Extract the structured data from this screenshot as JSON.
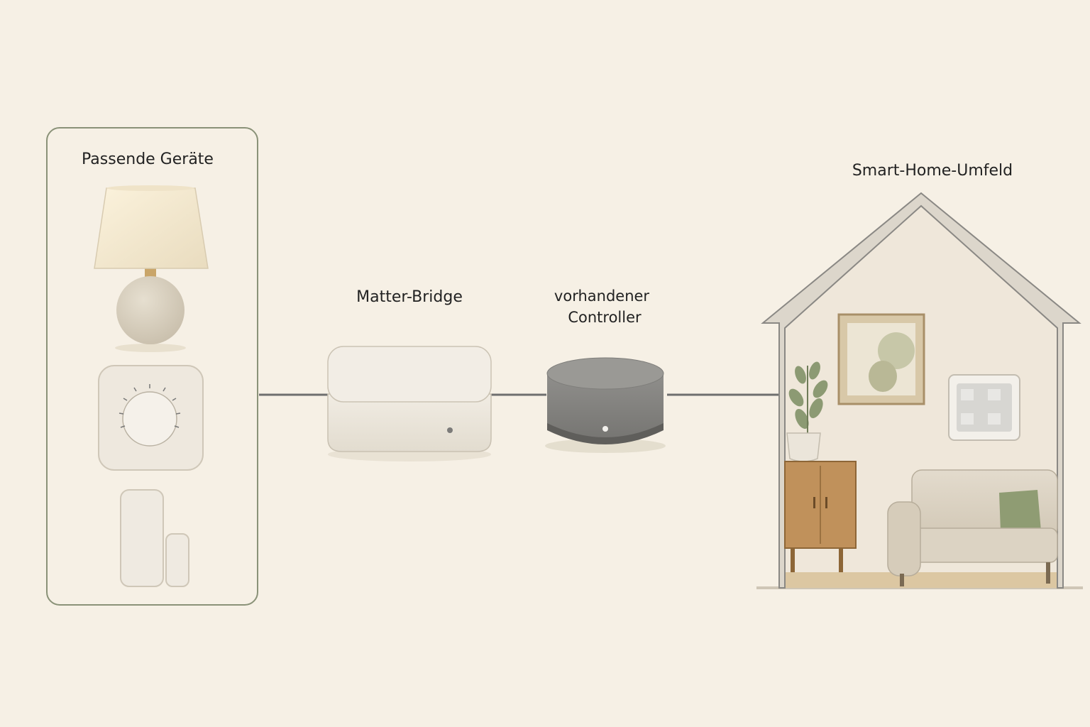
{
  "devices_panel": {
    "title": "Passende Geräte",
    "items": [
      "lamp-icon",
      "dimmer-icon",
      "door-sensor-icon"
    ]
  },
  "bridge": {
    "label": "Matter-Bridge"
  },
  "controller": {
    "label_line1": "vorhandener",
    "label_line2": "Controller"
  },
  "home": {
    "label": "Smart-Home-Umfeld"
  },
  "colors": {
    "background": "#f6f0e5",
    "panel_border": "#8a9278",
    "connector": "#6e6e6e",
    "controller": "#8b8a87",
    "bridge": "#ece7dd"
  }
}
